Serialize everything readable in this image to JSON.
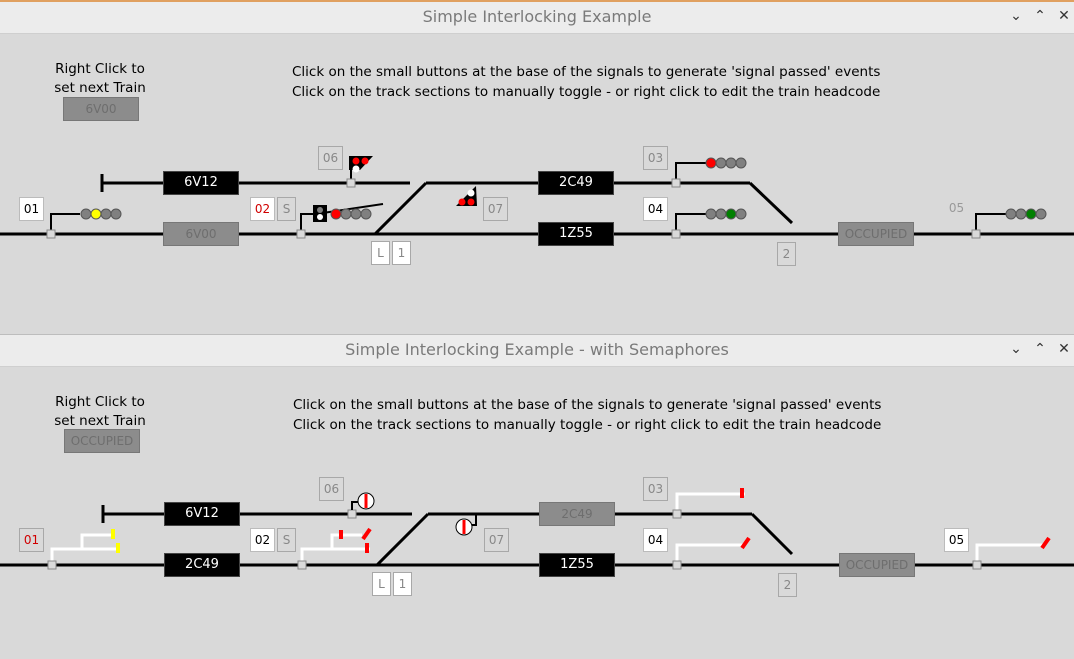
{
  "windows": [
    {
      "title": "Simple Interlocking Example",
      "instructions": [
        "Click on the small buttons at the base of the signals to generate 'signal passed' events",
        "Click on the track sections to manually toggle - or right click to edit the train headcode"
      ],
      "next_train_label": "Right Click to\nset next Train",
      "next_train_value": "6V00",
      "sections": {
        "s_upper_left": "6V12",
        "s_lower_left": "6V00",
        "s_upper_mid": "2C49",
        "s_lower_mid": "1Z55",
        "s_right": "OCCUPIED"
      },
      "signal_ids": {
        "sig01": "01",
        "sig02": "02",
        "sig03": "03",
        "sig04": "04",
        "sig05": "05",
        "sig06": "06",
        "sig07": "07"
      },
      "subsidiary_label": "S",
      "point_labels": {
        "p1_l": "L",
        "p1": "1",
        "p2": "2"
      }
    },
    {
      "title": "Simple Interlocking Example - with Semaphores",
      "instructions": [
        "Click on the small buttons at the base of the signals to generate 'signal passed' events",
        "Click on the track sections to manually toggle - or right click to edit the train headcode"
      ],
      "next_train_label": "Right Click to\nset next Train",
      "next_train_value": "OCCUPIED",
      "sections": {
        "s_upper_left": "6V12",
        "s_lower_left": "2C49",
        "s_upper_mid": "2C49",
        "s_lower_mid": "1Z55",
        "s_right": "OCCUPIED"
      },
      "signal_ids": {
        "sig01": "01",
        "sig02": "02",
        "sig03": "03",
        "sig04": "04",
        "sig05": "05",
        "sig06": "06",
        "sig07": "07"
      },
      "subsidiary_label": "S",
      "point_labels": {
        "p1_l": "L",
        "p1": "1",
        "p2": "2"
      }
    }
  ],
  "window_controls": {
    "minimize": "⌄",
    "maximize": "⌃",
    "close": "✕"
  },
  "colors": {
    "background": "#d9d9d9",
    "track": "#000000",
    "aspect_red": "#ff0000",
    "aspect_yellow": "#ffff00",
    "aspect_green": "#008000",
    "aspect_off": "#808080",
    "arm_red": "#ff0000",
    "arm_yellow": "#ffff00"
  }
}
